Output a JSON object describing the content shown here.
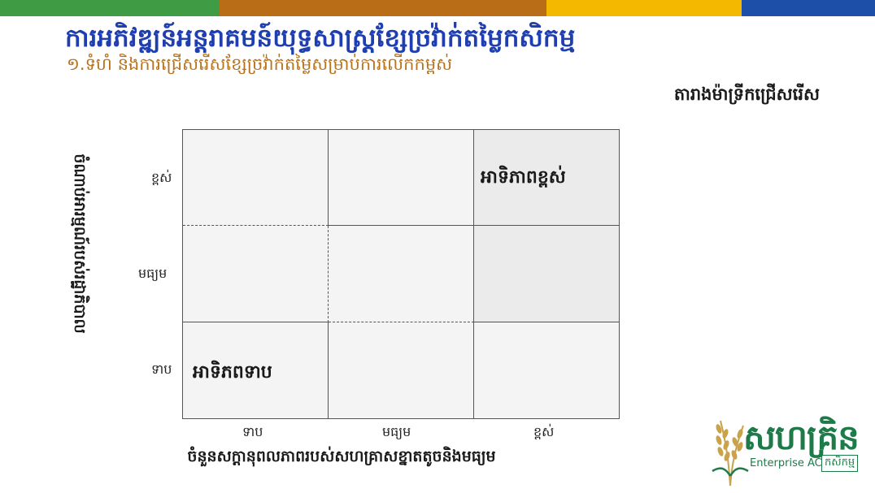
{
  "header": {
    "title": "ការអភិវឌ្ឍន៍អន្តរាគមន៍យុទ្ធសាស្ត្រខ្សែច្រវ៉ាក់តម្លៃកសិកម្ម",
    "subtitle": "១.ទំហំ និងការជ្រើសរើសខ្សែច្រវ៉ាក់តម្លៃសម្រាប់ការលើកកម្ពស់",
    "band_colors": [
      "#3f9b44",
      "#b96d17",
      "#f5b800",
      "#1d4fa8"
    ]
  },
  "matrix": {
    "label": "តារាងម៉ាទ្រីកជ្រើសរើស",
    "y_axis_title": "ចំណាប់អារម្មណ៍របស់រដ្ឋាភិបាល",
    "x_axis_title": "ចំនួនសក្តានុពលភាពរបស់សហគ្រាសខ្នាតតូចនិងមធ្យម",
    "y_levels": [
      "ខ្ពស់",
      "មធ្យម",
      "ទាប"
    ],
    "x_levels": [
      "ទាប",
      "មធ្យម",
      "ខ្ពស់"
    ],
    "high_priority": "អាទិភាពខ្ពស់",
    "low_priority": "អាទិភពទាប"
  },
  "logo": {
    "name": "សហគ្រិន",
    "tagline_en": "Enterprise AC",
    "tagline_kh": "កសិកម្ម",
    "colors": {
      "green": "#1f7a4a",
      "gold": "#c9a24a"
    }
  }
}
